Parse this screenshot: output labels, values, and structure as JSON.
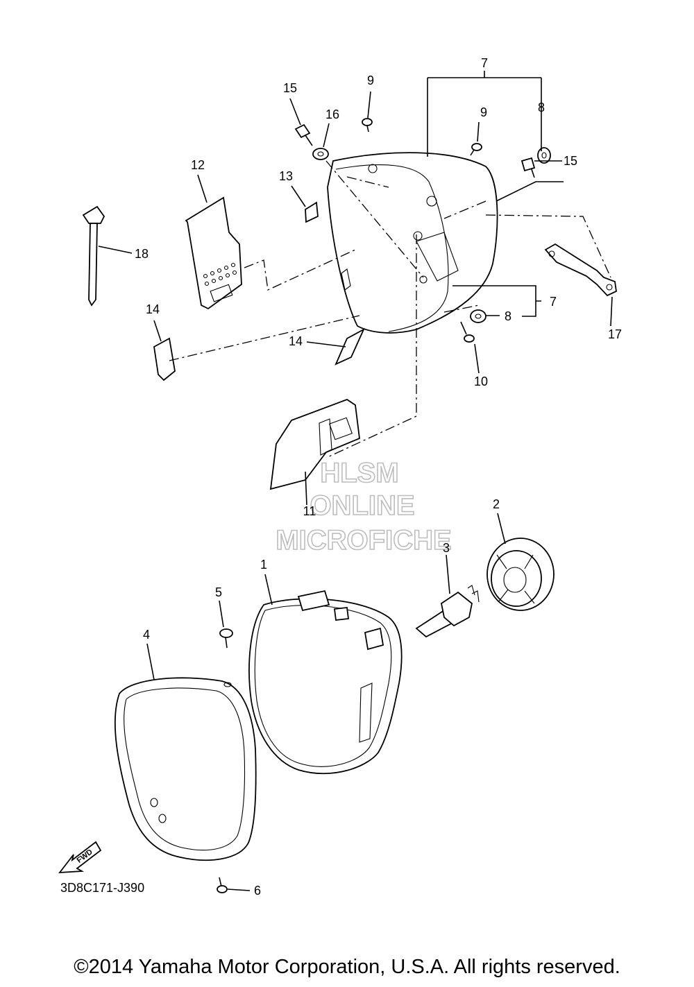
{
  "diagram_code": "3D8C171-J390",
  "copyright": "©2014 Yamaha Motor Corporation, U.S.A. All rights reserved.",
  "watermark": {
    "line1": "HLSM",
    "line2": "ONLINE",
    "line3": "MICROFICHE"
  },
  "fwd_label": "FWD",
  "callouts": {
    "c1": "1",
    "c2": "2",
    "c3": "3",
    "c4": "4",
    "c5": "5",
    "c6": "6",
    "c7a": "7",
    "c7b": "7",
    "c8a": "8",
    "c8b": "8",
    "c9a": "9",
    "c9b": "9",
    "c10": "10",
    "c11": "11",
    "c12": "12",
    "c13": "13",
    "c14a": "14",
    "c14b": "14",
    "c15a": "15",
    "c15b": "15",
    "c16": "16",
    "c17": "17",
    "c18": "18"
  }
}
